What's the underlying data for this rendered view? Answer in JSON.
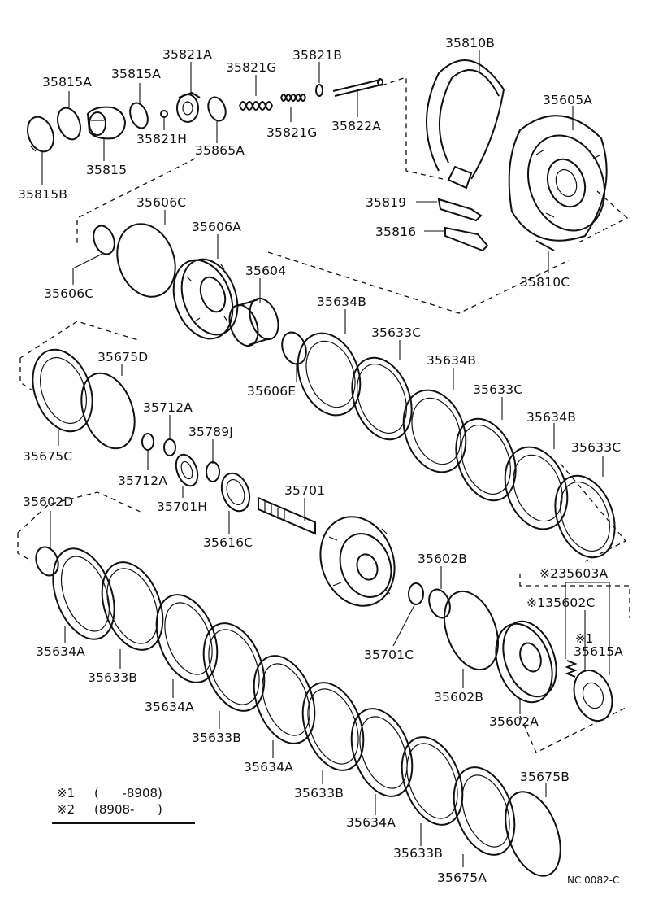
{
  "diagram": {
    "code": "NC 0082-C",
    "notes": {
      "note1_mark": "※1",
      "note1_text": "(      -8908)",
      "note2_mark": "※2",
      "note2_text": "(8908-      )"
    },
    "labels": {
      "p35815A_a": "35815A",
      "p35815A_b": "35815A",
      "p35821A": "35821A",
      "p35821G_a": "35821G",
      "p35821B": "35821B",
      "p35810B": "35810B",
      "p35605A": "35605A",
      "p35821H": "35821H",
      "p35865A": "35865A",
      "p35821G_b": "35821G",
      "p35822A": "35822A",
      "p35815": "35815",
      "p35815B": "35815B",
      "p35606C_a": "35606C",
      "p35606A": "35606A",
      "p35604": "35604",
      "p35606C_b": "35606C",
      "p35819": "35819",
      "p35816": "35816",
      "p35810C": "35810C",
      "p35634B_a": "35634B",
      "p35633C_a": "35633C",
      "p35634B_b": "35634B",
      "p35633C_b": "35633C",
      "p35634B_c": "35634B",
      "p35633C_c": "35633C",
      "p35675D": "35675D",
      "p35606E": "35606E",
      "p35712A_a": "35712A",
      "p35789J": "35789J",
      "p35675C": "35675C",
      "p35712A_b": "35712A",
      "p35701H": "35701H",
      "p35602D": "35602D",
      "p35701": "35701",
      "p35616C": "35616C",
      "p35602B_a": "35602B",
      "p35603A": "※235603A",
      "p35602C": "※135602C",
      "p35615A_mark": "※1",
      "p35615A": "35615A",
      "p35634A_a": "35634A",
      "p35633B_a": "35633B",
      "p35634A_b": "35634A",
      "p35701C": "35701C",
      "p35602B_b": "35602B",
      "p35602A": "35602A",
      "p35633B_b": "35633B",
      "p35634A_c": "35634A",
      "p35633B_c": "35633B",
      "p35634A_d": "35634A",
      "p35675B": "35675B",
      "p35633B_d": "35633B",
      "p35675A": "35675A"
    }
  }
}
